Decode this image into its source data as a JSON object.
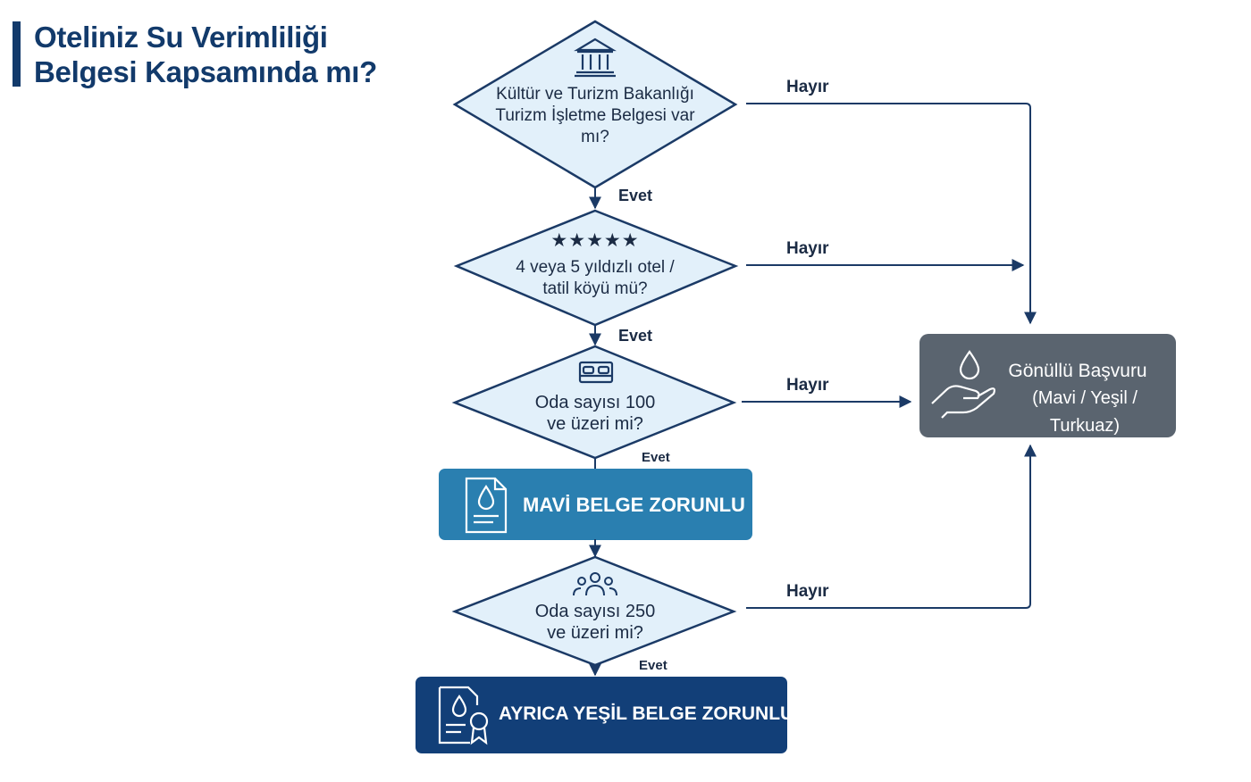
{
  "title": "Oteliniz Su Verimliliği Belgesi Kapsamında mı?",
  "questions": {
    "q1": "Kültür ve Turizm Bakanlığı Turizm İşletme Belgesi var mı?",
    "q2": "4 veya 5 yıldızlı otel / tatil köyü mü?",
    "q3": "Oda sayısı 100 ve üzeri mi?",
    "q4": "Oda sayısı 250 ve üzeri mi?"
  },
  "stars": "★★★★★",
  "labels": {
    "yes": "Evet",
    "no": "Hayır"
  },
  "outcomes": {
    "blue": "MAVİ BELGE ZORUNLU",
    "green": "AYRICA YEŞİL BELGE ZORUNLU",
    "voluntary_title": "Gönüllü Başvuru",
    "voluntary_sub": "(Mavi / Yeşil / Turkuaz)"
  },
  "icons": {
    "q1": "museum-icon",
    "q2": "stars-icon",
    "q3": "bed-icon",
    "q4": "people-icon",
    "blue": "water-document-icon",
    "green": "water-certificate-icon",
    "voluntary": "water-hand-icon"
  },
  "colors": {
    "title": "#123a6b",
    "line": "#1b3a66",
    "diamond_fill": "#e2f0fa",
    "diamond_stroke": "#1b3a66",
    "blue_box": "#2a7fb0",
    "green_box": "#123f78",
    "gray_box": "#5a646f"
  }
}
